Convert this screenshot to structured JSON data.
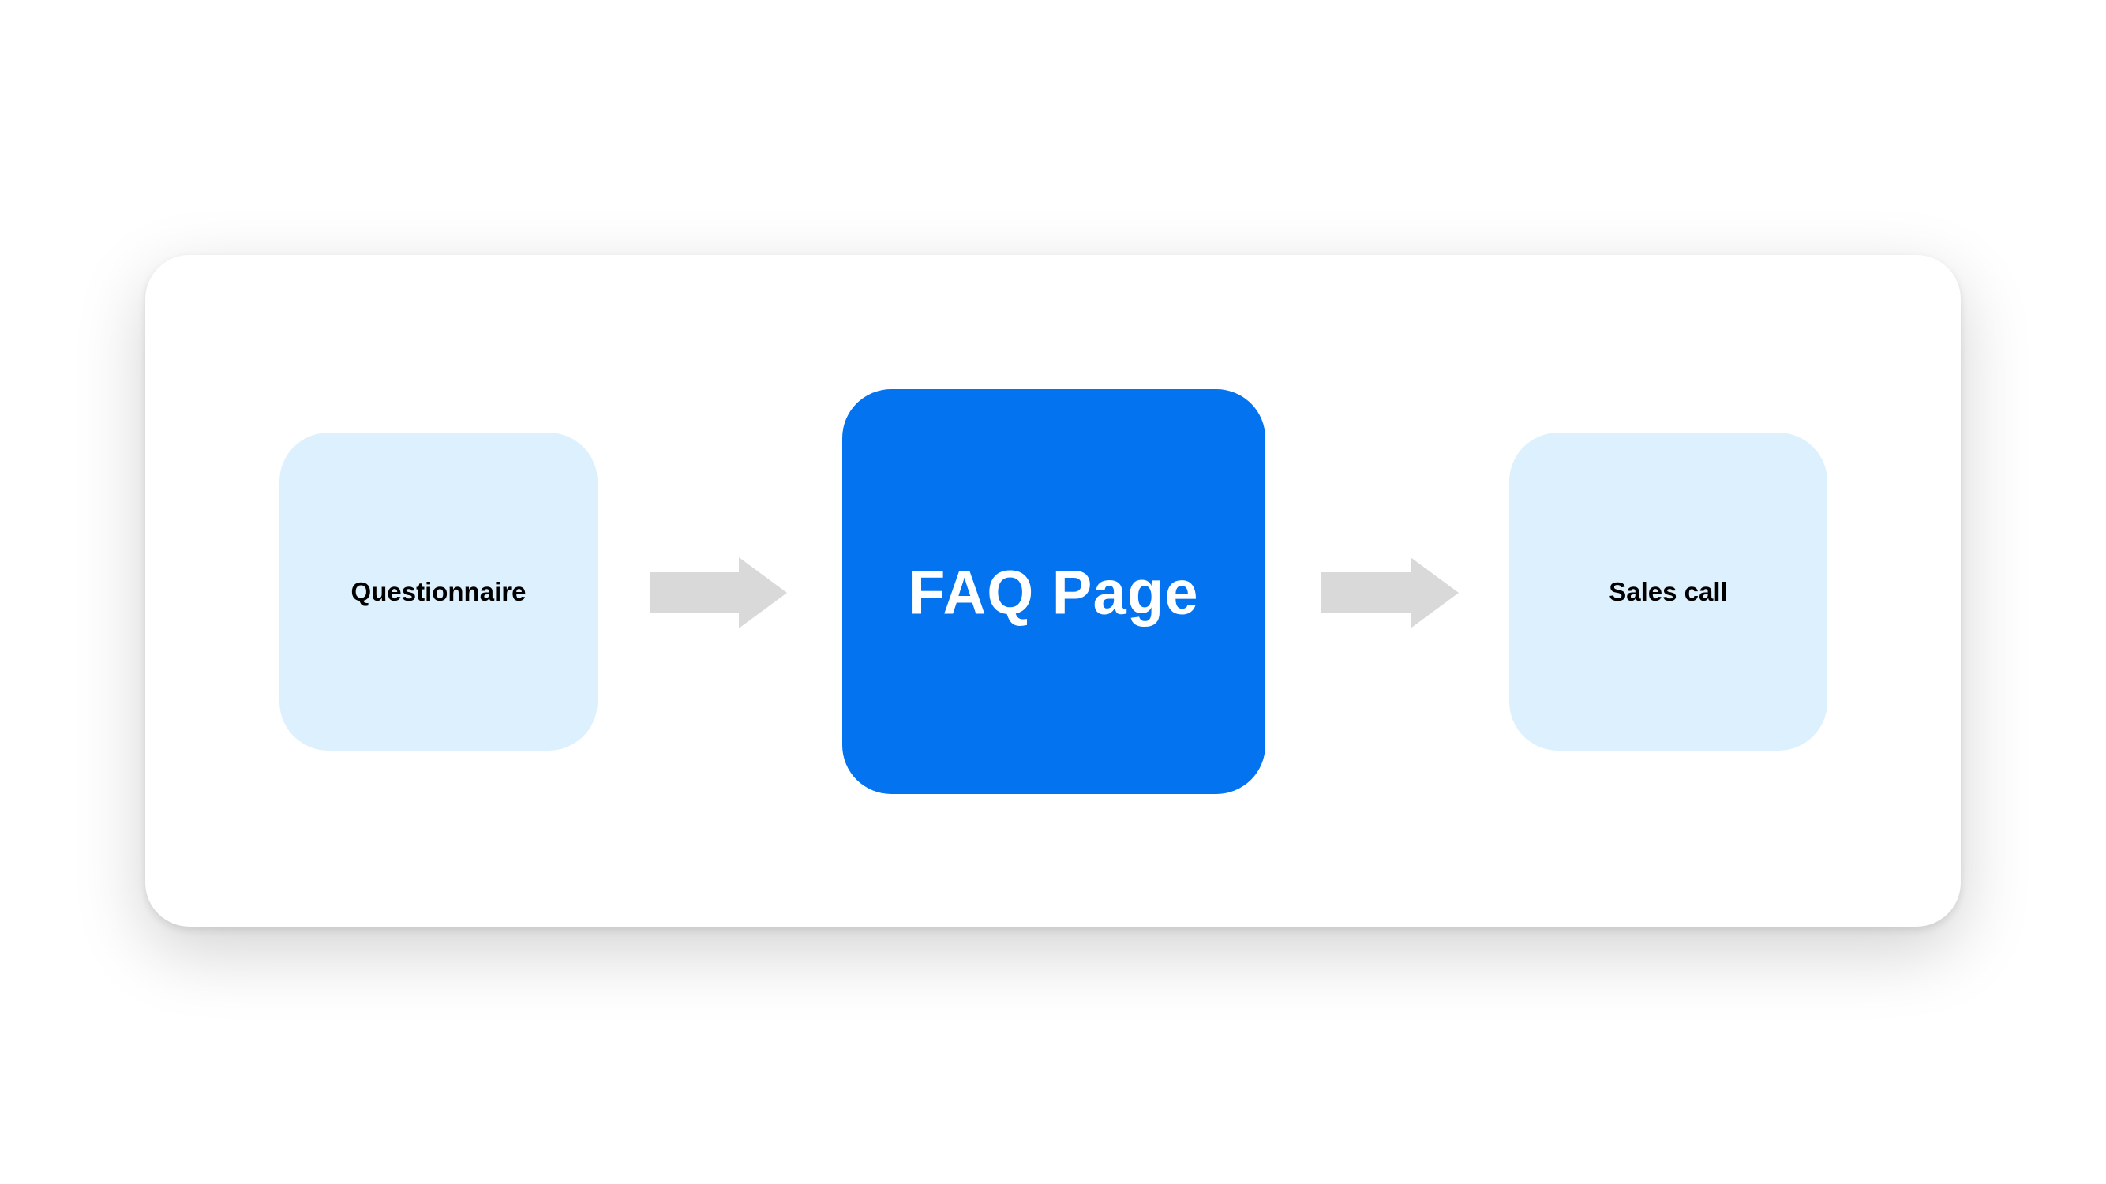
{
  "steps": [
    {
      "label": "Questionnaire"
    },
    {
      "label": "FAQ Page"
    },
    {
      "label": "Sales call"
    }
  ],
  "colors": {
    "highlight": "#0373f0",
    "secondary": "#dcf1fd",
    "arrow": "#d9d9d9"
  }
}
